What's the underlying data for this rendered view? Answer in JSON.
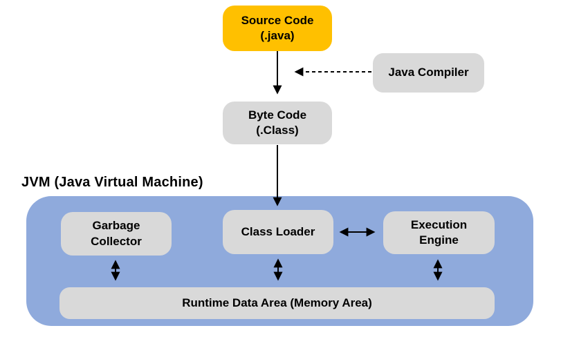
{
  "diagram": {
    "jvm_label": "JVM (Java Virtual Machine)",
    "nodes": {
      "source_code": {
        "line1": "Source Code",
        "line2": "(.java)"
      },
      "java_compiler": {
        "label": "Java Compiler"
      },
      "byte_code": {
        "line1": "Byte Code",
        "line2": "(.Class)"
      },
      "garbage_collector": {
        "line1": "Garbage",
        "line2": "Collector"
      },
      "class_loader": {
        "label": "Class Loader"
      },
      "execution_engine": {
        "line1": "Execution",
        "line2": "Engine"
      },
      "runtime_data_area": {
        "label": "Runtime Data Area (Memory Area)"
      }
    },
    "colors": {
      "source_code_bg": "#FFC000",
      "node_bg": "#D9D9D9",
      "jvm_container_bg": "#8FAADC",
      "arrow": "#000000",
      "text": "#000000",
      "background": "#FFFFFF"
    }
  }
}
